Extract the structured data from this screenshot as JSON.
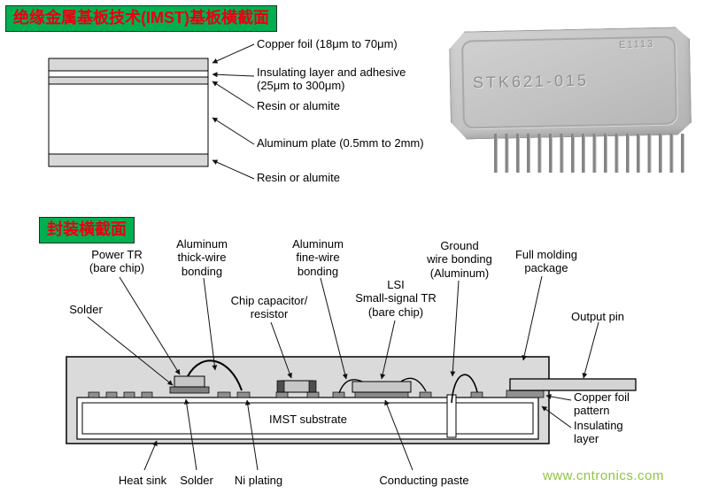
{
  "titles": {
    "imst_section": "绝缘金属基板技术(IMST)基板横截面",
    "package_section": "封装横截面"
  },
  "colors": {
    "title_bg": "#00b050",
    "title_text": "#e60012",
    "watermark": "#8dc63f",
    "molding_gray": "#dadada",
    "chip_gray": "#c6c6c6"
  },
  "imst_stack": {
    "copper_foil": "Copper foil (18μm to 70μm)",
    "insulating": "Insulating layer and adhesive\n(25μm to 300μm)",
    "resin_top": "Resin or alumite",
    "aluminum_plate": "Aluminum plate (0.5mm to 2mm)",
    "resin_bottom": "Resin or alumite"
  },
  "module_photo": {
    "part_number": "STK621-015",
    "lot_code": "E1113"
  },
  "package": {
    "power_tr": "Power TR\n(bare chip)",
    "solder_top": "Solder",
    "thick_wire": "Aluminum\nthick-wire\nbonding",
    "chip_capacitor": "Chip capacitor/\nresistor",
    "fine_wire": "Aluminum\nfine-wire\nbonding",
    "lsi": "LSI\nSmall-signal TR\n(bare chip)",
    "ground_wire": "Ground\nwire bonding\n(Aluminum)",
    "molding": "Full molding\npackage",
    "output_pin": "Output pin",
    "copper_pattern": "Copper foil\npattern",
    "insulating_layer": "Insulating\nlayer",
    "substrate": "IMST substrate",
    "heat_sink": "Heat sink",
    "solder_bottom": "Solder",
    "ni_plating": "Ni plating",
    "conducting_paste": "Conducting paste"
  },
  "watermark": "www.cntronics.com"
}
